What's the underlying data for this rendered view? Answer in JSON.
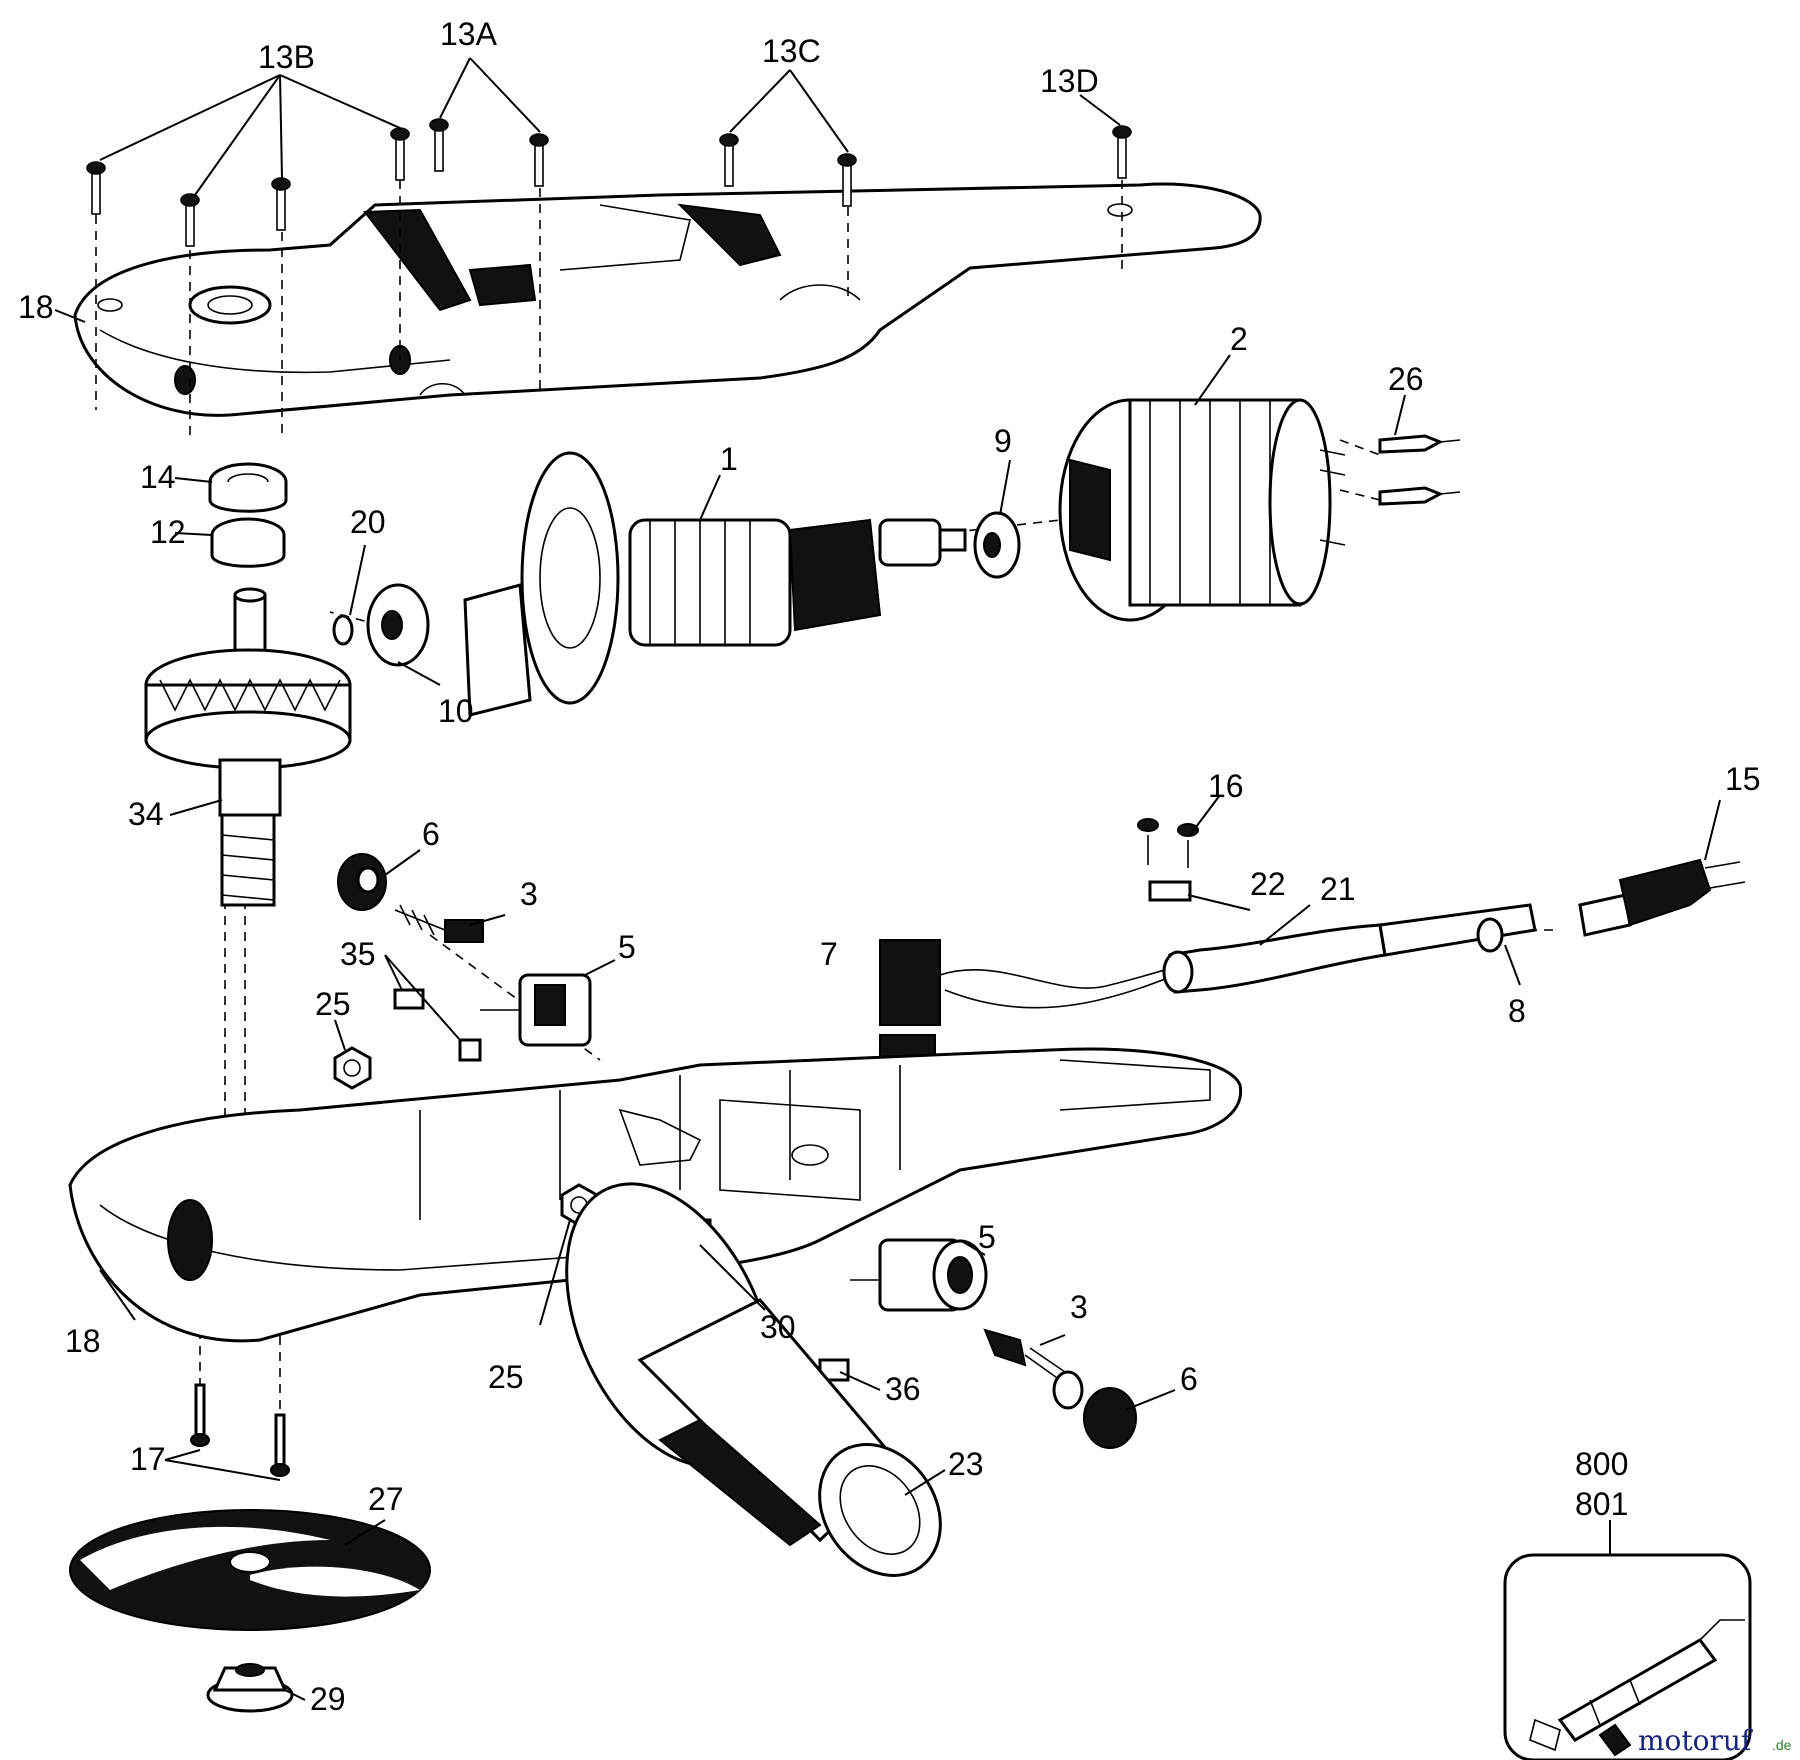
{
  "labels": {
    "l13B": "13B",
    "l13A": "13A",
    "l13C": "13C",
    "l13D": "13D",
    "l18top": "18",
    "l18bot": "18",
    "l2": "2",
    "l26": "26",
    "l1": "1",
    "l9": "9",
    "l14": "14",
    "l12": "12",
    "l20": "20",
    "l10": "10",
    "l34": "34",
    "l6a": "6",
    "l3a": "3",
    "l35": "35",
    "l5a": "5",
    "l25a": "25",
    "l16": "16",
    "l15": "15",
    "l22": "22",
    "l21": "21",
    "l7": "7",
    "l8": "8",
    "l5b": "5",
    "l30": "30",
    "l3b": "3",
    "l6b": "6",
    "l25b": "25",
    "l36": "36",
    "l17": "17",
    "l23": "23",
    "l27": "27",
    "l29": "29",
    "l800": "800",
    "l801": "801"
  },
  "watermark": {
    "text": "motoruf",
    "suffix": ".de",
    "colors": [
      "#1a237e",
      "#2e7d32",
      "#c62828"
    ]
  }
}
